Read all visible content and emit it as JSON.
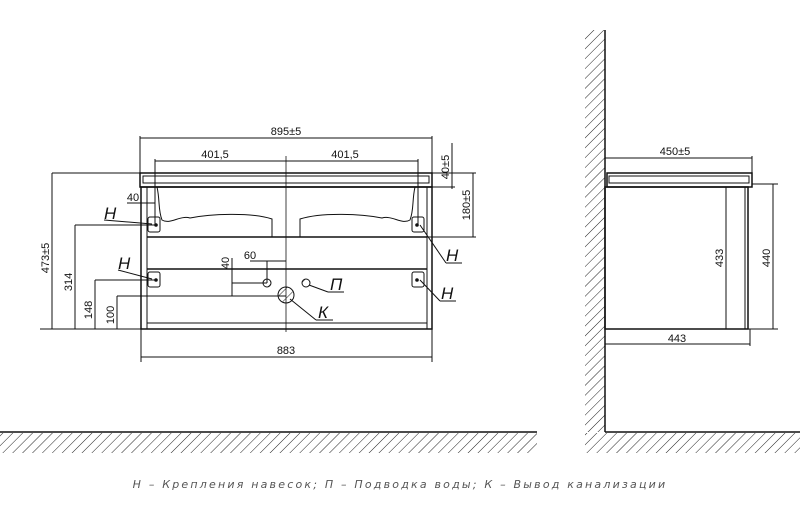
{
  "front_view": {
    "dims": {
      "top_width": "895±5",
      "half_left": "401,5",
      "half_right": "401,5",
      "top_thickness": "40±5",
      "basin_depth": "180±5",
      "total_height": "473±5",
      "bracket_upper_h": "314",
      "bracket_lower_h": "148",
      "drain_h": "100",
      "bracket_offset": "40",
      "inlet_offset_x": "60",
      "inlet_offset_y": "40",
      "body_width": "883"
    },
    "labels": {
      "hanger": "Н",
      "water": "П",
      "drain": "К"
    }
  },
  "side_view": {
    "dims": {
      "top_depth": "450±5",
      "inner_height": "433",
      "body_height": "440",
      "body_depth": "443"
    }
  },
  "caption": "Н – Крепления навесок; П – Подводка воды; К – Вывод канализации",
  "colors": {
    "line": "#111111",
    "caption": "#555555"
  }
}
